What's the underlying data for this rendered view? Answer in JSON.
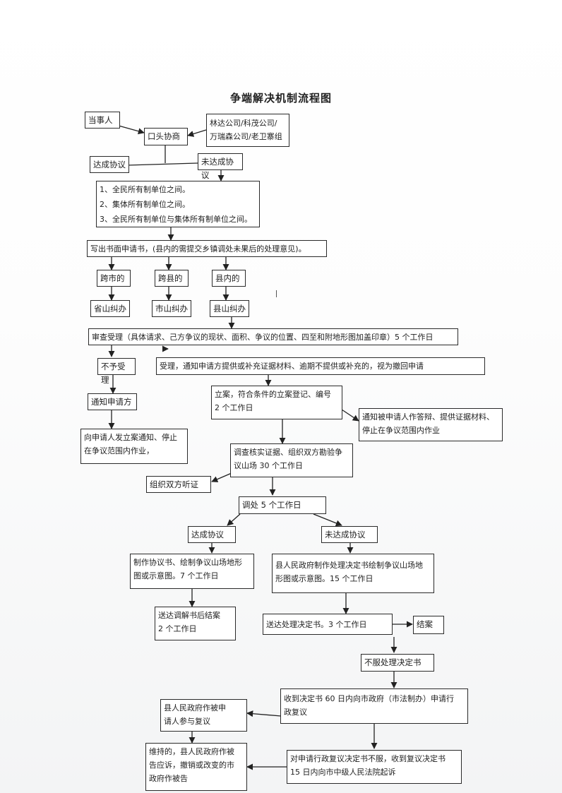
{
  "title": "争端解决机制流程图",
  "nodes": {
    "party": "当事人",
    "parties_list": "林达公司/科茂公司/\n万瑞森公司/老卫寨组",
    "oral_negotiation": "口头协商",
    "agreement_reached_1": "达成协议",
    "no_agreement_1": "未达成协议",
    "dispute_types": "1、全民所有制单位之间。\n2、集体所有制单位之间。\n3、全民所有制单位与集体所有制单位之间。",
    "written_application": "写出书面申请书，(县内的需提交乡镇调处未果后的处理意见)。",
    "cross_city": "跨市的",
    "cross_county": "跨县的",
    "within_county": "县内的",
    "provincial_office": "省山纠办",
    "city_office": "市山纠办",
    "county_office": "县山纠办",
    "review_acceptance": "审查受理（具体请求、己方争议的现状、面积、争议的位置、四至和附地形图加盖印章）5 个工作日",
    "not_accepted": "不予受理",
    "accepted": "受理，通知申请方提供或补充证据材料、逾期不提供或补充的，视为撤回申请",
    "notify_applicant": "通知申请方",
    "filing": "立案，符合条件的立案登记、编号\n2 个工作日",
    "notify_respondent": "通知被申请人作答辩、提供证据材料、\n停止在争议范围内作业",
    "notice_to_applicant": "向申请人发立案通知、停止\n在争议范围内作业，",
    "investigation": "调查核实证据、组织双方勘验争\n议山场   30 个工作日",
    "hearing": "组织双方听证",
    "mediation": "调处   5 个工作日",
    "agreement_reached_2": "达成协议",
    "no_agreement_2": "未达成协议",
    "make_agreement": "制作协议书、绘制争议山场地形\n图或示意图。7 个工作日",
    "govt_decision": "县人民政府制作处理决定书绘制争议山场地\n形图或示意图。15 个工作日",
    "deliver_mediation": "送达调解书后结案\n2 个工作日",
    "deliver_decision": "送达处理决定书。3 个工作日",
    "close_case": "结案",
    "disagree_decision": "不服处理决定书",
    "reconsideration_application": "收到决定书 60 日内向市政府（市法制办）申请行\n政复议",
    "govt_participates": "县人民政府作被申\n请人参与复议",
    "lawsuit": "对申请行政复议决定书不服，收到复议决定书\n15 日内向市中级人民法院起诉",
    "upheld": "维持的，县人民政府作被\n告应诉，撤销或改变的市\n政府作被告"
  }
}
